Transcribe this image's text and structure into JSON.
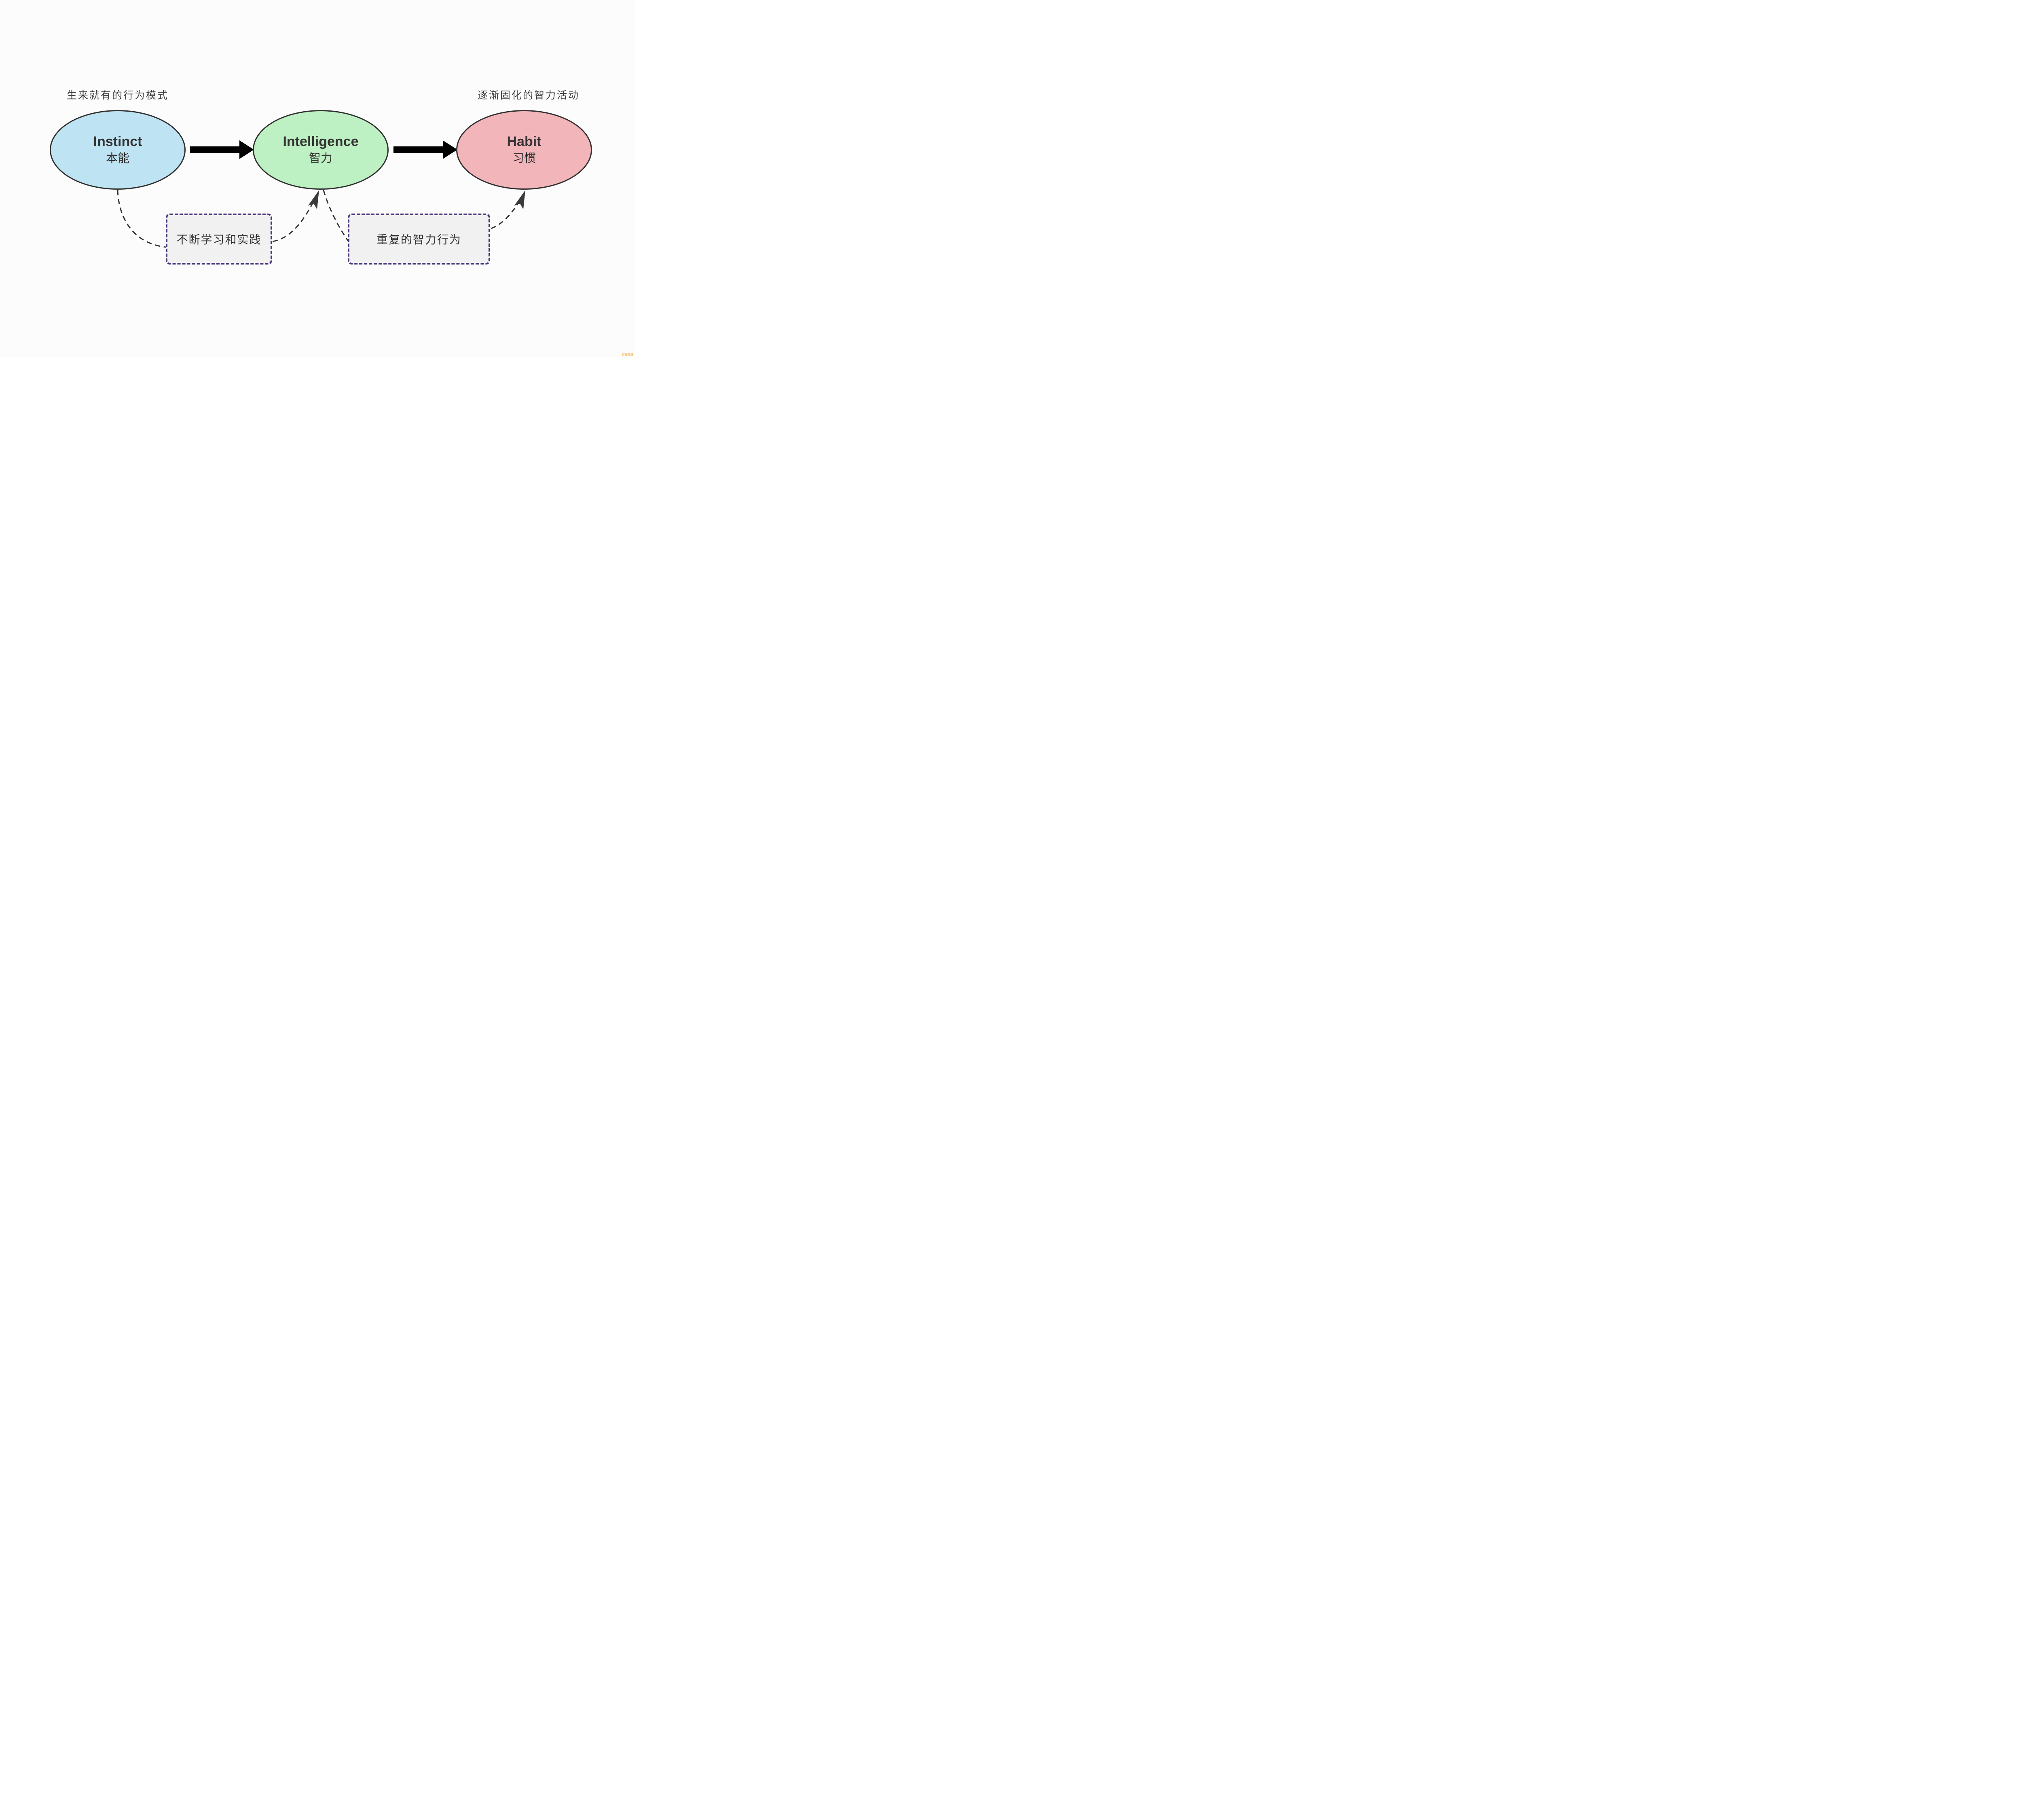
{
  "page": {
    "background": "#fcfcfc",
    "watermark": {
      "text": "百度知道",
      "color": "#f0ad4a"
    }
  },
  "annotations": {
    "left": "生来就有的行为模式",
    "right": "逐渐固化的智力活动"
  },
  "nodes": [
    {
      "id": "instinct",
      "title": "Instinct",
      "subtitle": "本能",
      "fill": "#bee3f2"
    },
    {
      "id": "intelligence",
      "title": "Intelligence",
      "subtitle": "智力",
      "fill": "#bdf0c2"
    },
    {
      "id": "habit",
      "title": "Habit",
      "subtitle": "习惯",
      "fill": "#f2b5ba"
    }
  ],
  "process_labels": [
    {
      "id": "learning",
      "text": "不断学习和实践"
    },
    {
      "id": "repetition",
      "text": "重复的智力行为"
    }
  ],
  "colors": {
    "node_border": "#2f2f2f",
    "node_text": "#333333",
    "annotation_text": "#3b3b3b",
    "solid_arrow": "#000000",
    "dashed_connector": "#333333",
    "note_border": "#46307a",
    "note_fill": "#f1f1f2"
  }
}
